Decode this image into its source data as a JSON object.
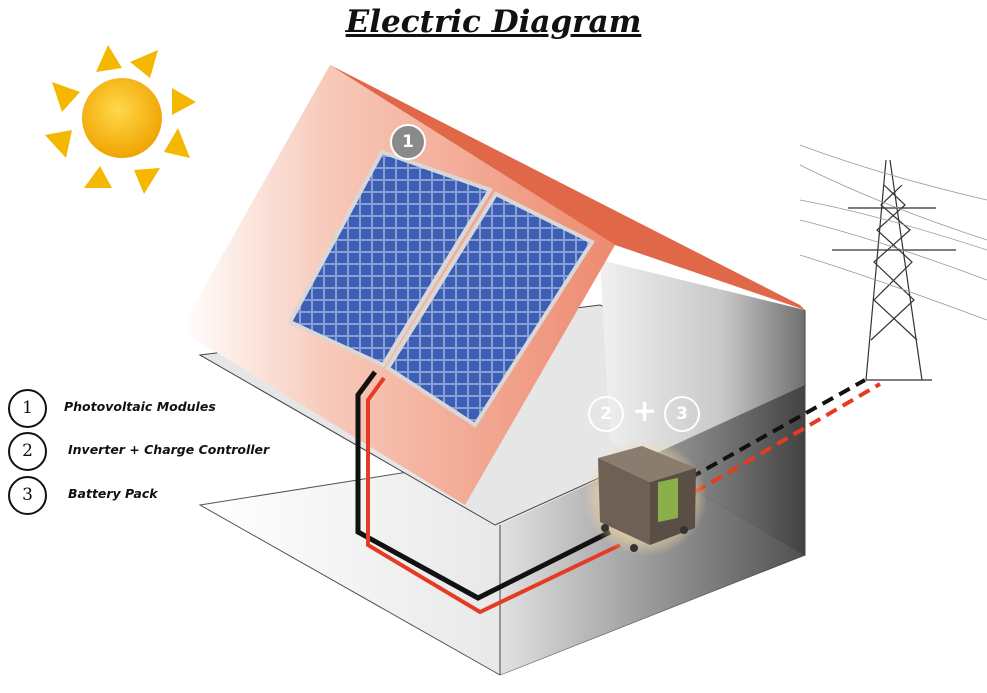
{
  "title": "Electric Diagram",
  "legend": [
    {
      "number": "1",
      "label": "Photovoltaic Modules"
    },
    {
      "number": "2",
      "label": "Inverter +  Charge Controller"
    },
    {
      "number": "3",
      "label": "Battery Pack"
    }
  ],
  "callouts": {
    "panel": "1",
    "inverter": "2",
    "plus": "+",
    "battery": "3"
  },
  "colors": {
    "roof": "#e8735a",
    "wire_positive": "#e53b24",
    "wire_negative": "#111111",
    "sun": "#f5b800",
    "panel": "#2e4a9a"
  }
}
